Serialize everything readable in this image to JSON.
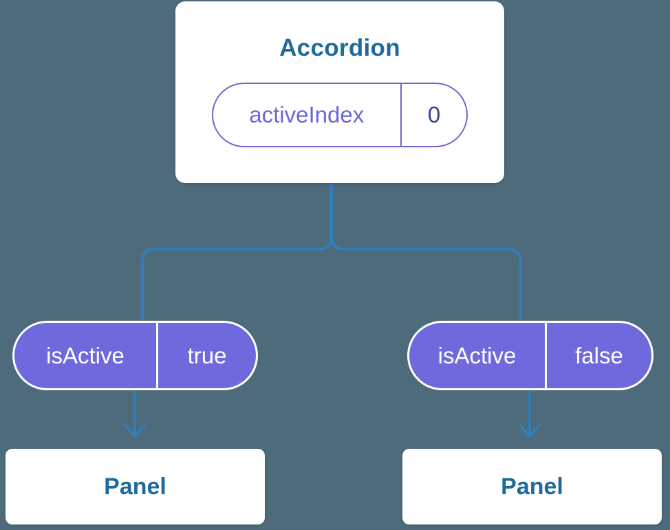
{
  "diagram": {
    "root": {
      "title": "Accordion",
      "prop": {
        "name": "activeIndex",
        "value": "0"
      }
    },
    "children": [
      {
        "prop": {
          "name": "isActive",
          "value": "true"
        },
        "label": "Panel"
      },
      {
        "prop": {
          "name": "isActive",
          "value": "false"
        },
        "label": "Panel"
      }
    ],
    "colors": {
      "background": "#4d6b7a",
      "connector_blue": "#2e7fc1",
      "node_purple": "#6e6ade",
      "title_blue": "#1e6b9b",
      "prop_purple": "#6a67d9",
      "value_navy": "#35418f",
      "card_white": "#ffffff"
    }
  }
}
